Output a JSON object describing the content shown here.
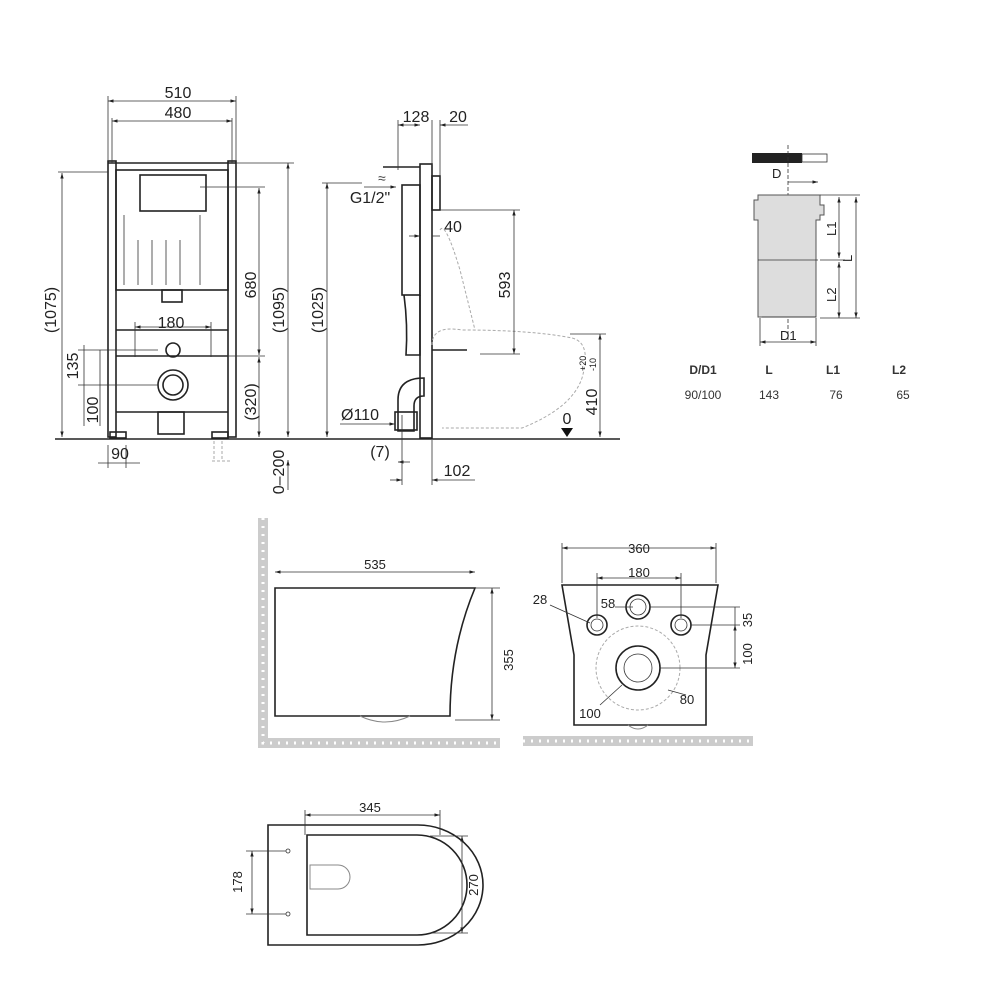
{
  "frame_front": {
    "width_outer": "510",
    "width_inner": "480",
    "height_left": "(1075)",
    "height_680": "680",
    "height_total": "(1095)",
    "pipe_spacing": "180",
    "dim_135": "135",
    "dim_100": "100",
    "dim_320": "(320)",
    "foot": "90",
    "adjust": "0–200"
  },
  "frame_side": {
    "depth": "128",
    "panel": "20",
    "water_inlet": "G1/2\"",
    "offset_40": "40",
    "height_593": "593",
    "height_1025": "(1025)",
    "drain_diameter": "Ø110",
    "dim_7": "(7)",
    "dim_102": "102",
    "floor_zero": "0",
    "seat_height": "410",
    "tol_plus": "+20",
    "tol_minus": "-10"
  },
  "pipe": {
    "label_D": "D",
    "label_L1": "L1",
    "label_L": "L",
    "label_L2": "L2",
    "label_D1": "D1",
    "table": {
      "headers": [
        "D/D1",
        "L",
        "L1",
        "L2"
      ],
      "values": [
        "90/100",
        "143",
        "76",
        "65"
      ]
    }
  },
  "bowl_side": {
    "length": "535",
    "height": "355"
  },
  "bowl_rear": {
    "width": "360",
    "bolt_spacing": "180",
    "bolt_hole": "28",
    "inlet": "58",
    "dim_35": "35",
    "dim_100v": "100",
    "outlet_outer": "100",
    "outlet_inner": "80"
  },
  "bowl_top": {
    "length": "345",
    "bolt_spacing": "178",
    "width": "270"
  }
}
